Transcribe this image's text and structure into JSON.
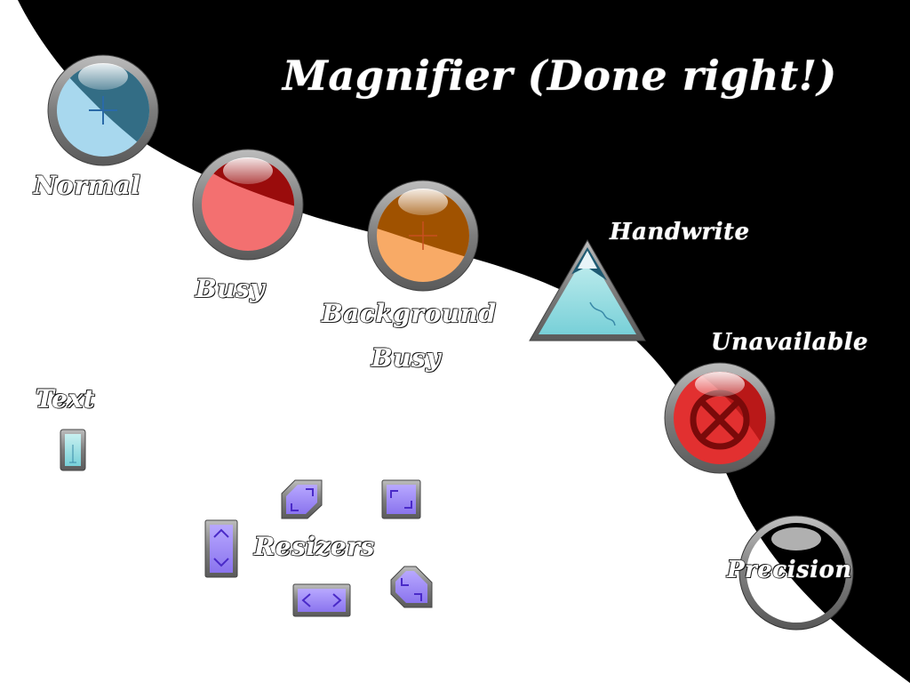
{
  "title": "Magnifier (Done right!)",
  "cursors": {
    "normal": "Normal",
    "busy": "Busy",
    "background_busy_line1": "Background",
    "background_busy_line2": "Busy",
    "handwrite": "Handwrite",
    "unavailable": "Unavailable",
    "text": "Text",
    "resizers": "Resizers",
    "precision": "Precision"
  },
  "colors": {
    "background_dark": "#000000",
    "background_light": "#ffffff",
    "normal_lens": "#a8d8ee",
    "busy_lens": "#f06a6a",
    "background_busy_lens": "#f8a860",
    "handwrite_fill": "#8ad8e0",
    "unavailable_lens": "#e02828",
    "resizer_fill": "#9a88f0",
    "rim": "#8a8a8a"
  },
  "icons": {
    "normal": "magnifier-crosshair-icon",
    "busy": "magnifier-busy-icon",
    "background_busy": "magnifier-background-busy-icon",
    "handwrite": "triangle-pen-icon",
    "unavailable": "magnifier-unavailable-icon",
    "text": "text-beam-icon",
    "resizers": "resize-arrow-icon",
    "precision": "magnifier-ring-icon"
  }
}
